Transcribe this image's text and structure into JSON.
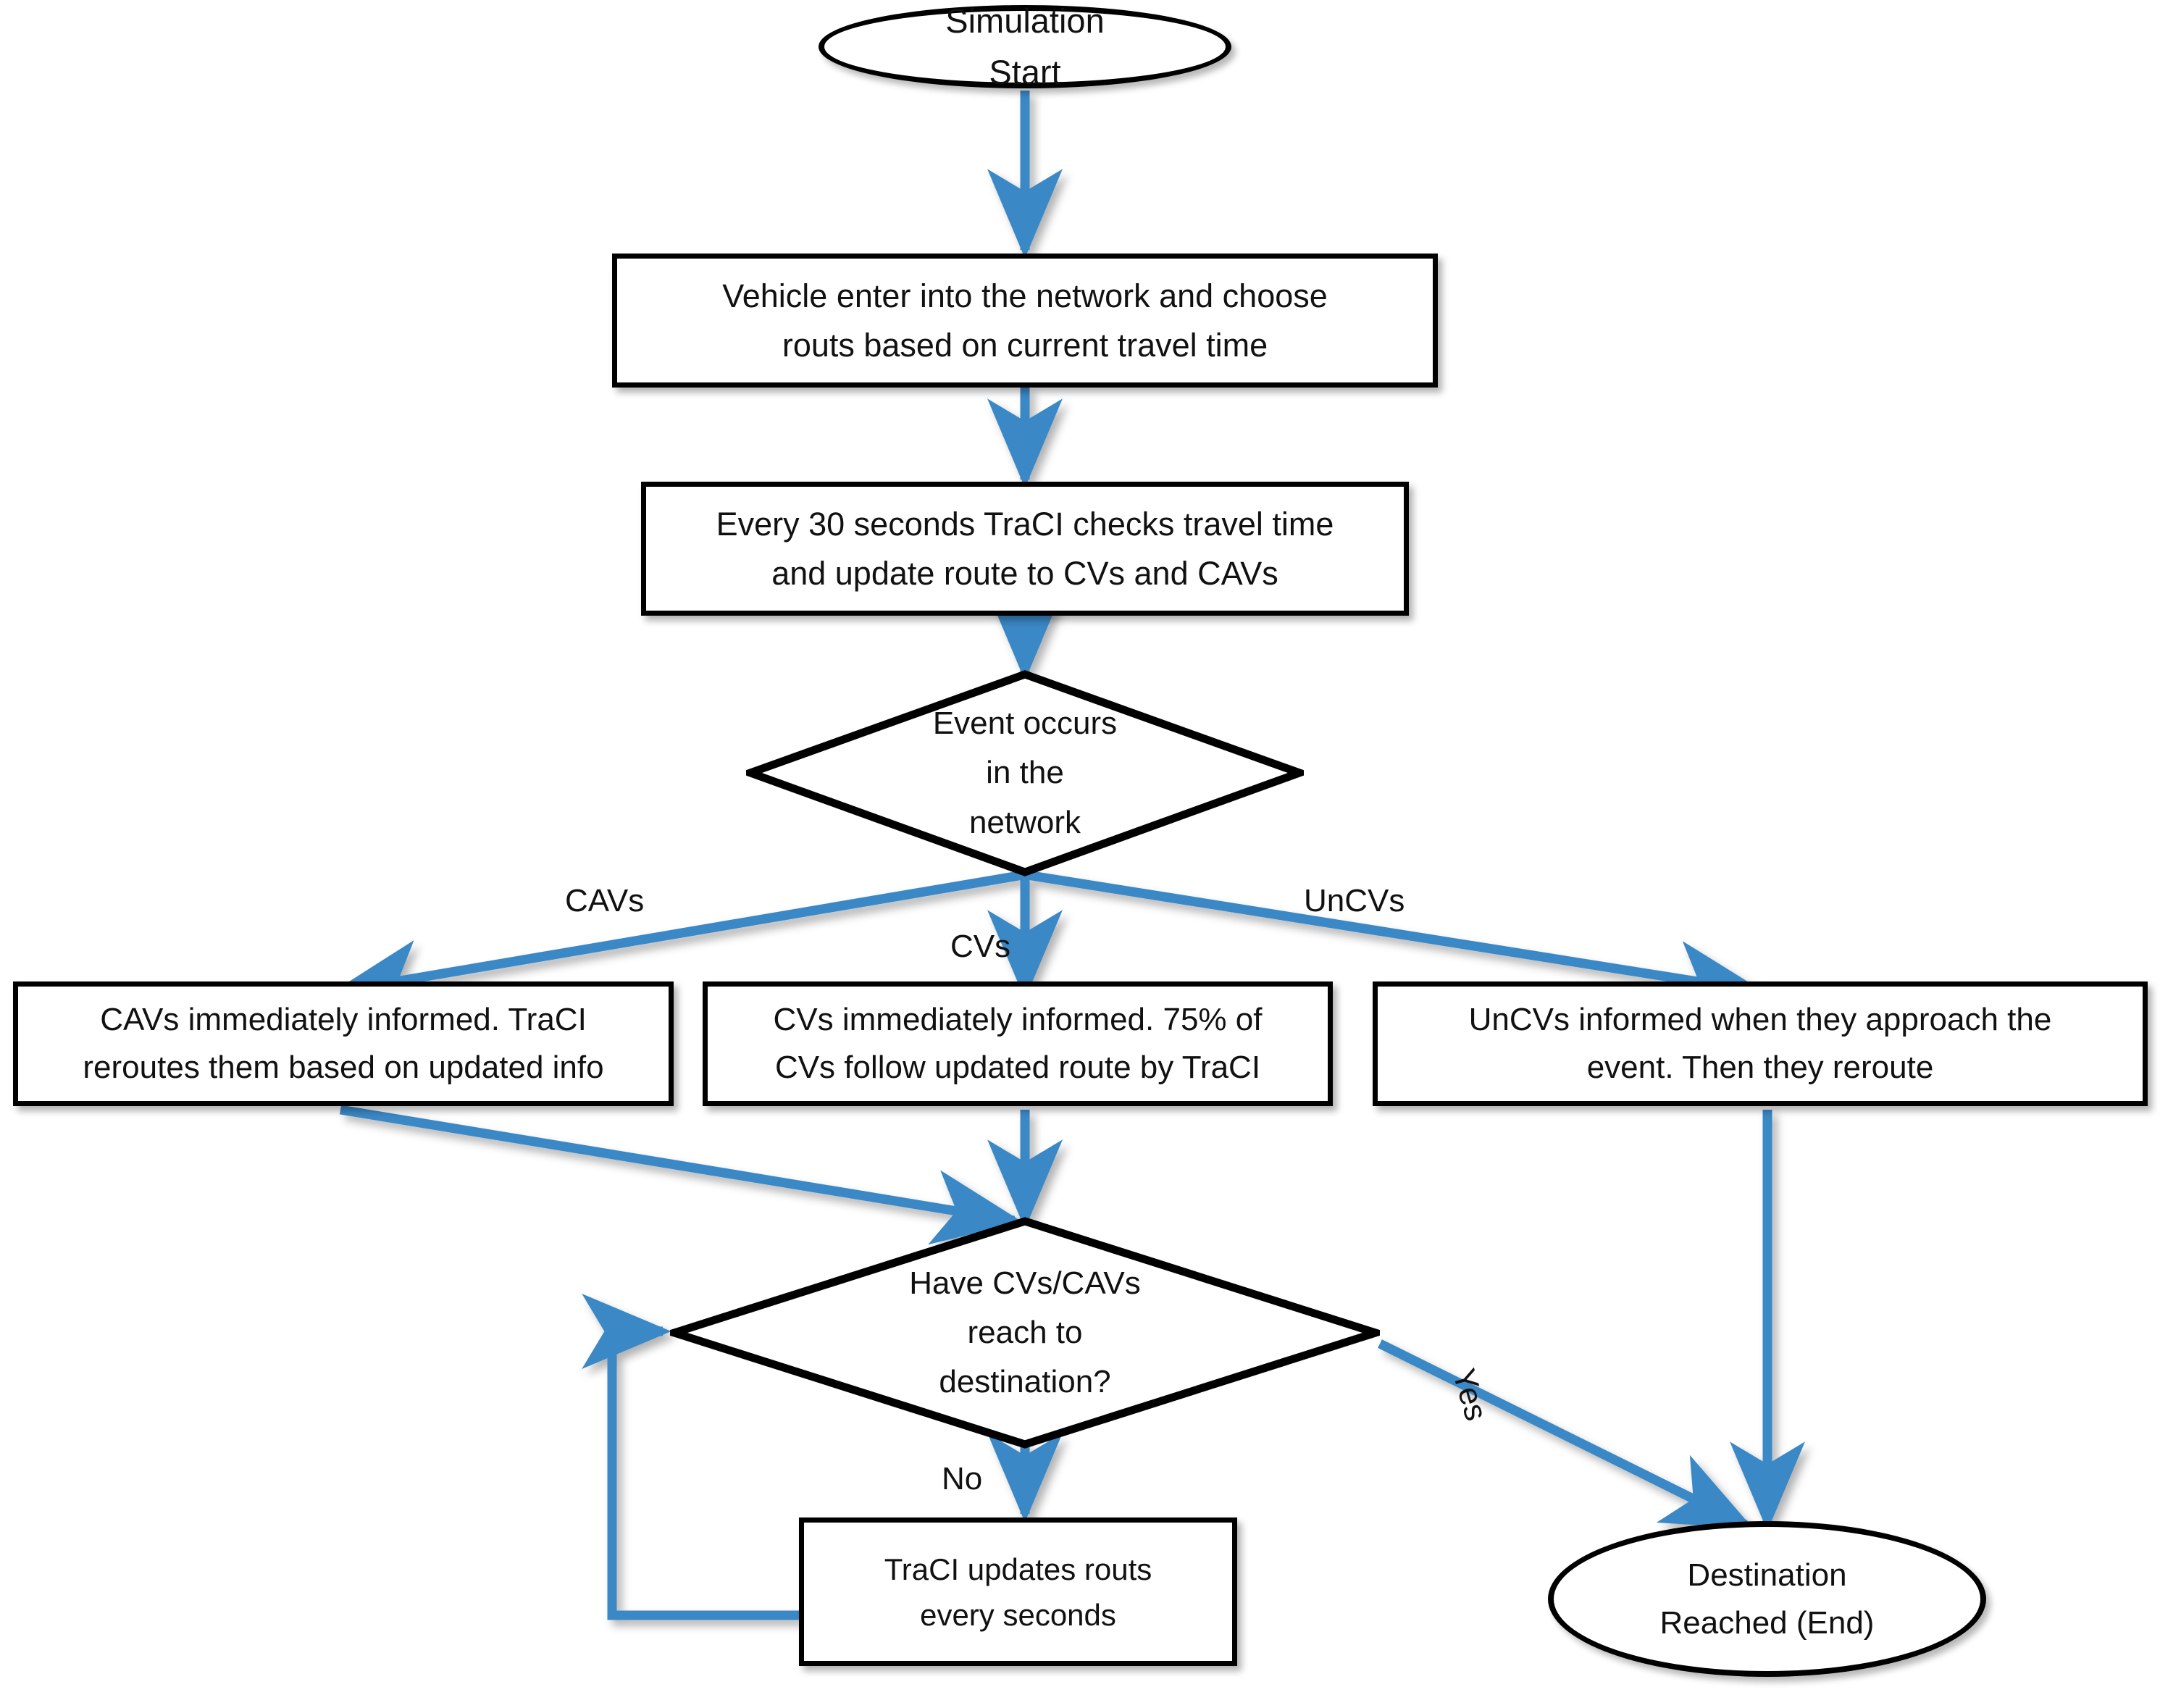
{
  "diagram": {
    "title": "Simulation flowchart for CV / CAV / UnCV rerouting with TraCI",
    "accent_color": "#3A88C6",
    "line_color": "#000000",
    "background": "#ffffff",
    "nodes": {
      "start": {
        "shape": "ellipse",
        "text": "Simulation\nStart"
      },
      "enter_network": {
        "shape": "process",
        "text": "Vehicle enter into the network and choose\nrouts based on current travel time"
      },
      "traci_check": {
        "shape": "process",
        "text": "Every 30 seconds TraCI checks travel time\nand update route to CVs and CAVs"
      },
      "event_decision": {
        "shape": "decision",
        "text": "Event occurs\nin the\nnetwork"
      },
      "cavs_box": {
        "shape": "process",
        "text": "CAVs immediately informed. TraCI\nreroutes them based on updated info"
      },
      "cvs_box": {
        "shape": "process",
        "text": "CVs immediately informed. 75% of\nCVs follow updated route by TraCI"
      },
      "uncvs_box": {
        "shape": "process",
        "text": "UnCVs informed when they approach the\nevent. Then they reroute"
      },
      "reach_decision": {
        "shape": "decision",
        "text": "Have CVs/CAVs\nreach to\ndestination?"
      },
      "traci_update": {
        "shape": "process",
        "text": "TraCI updates routs\nevery seconds"
      },
      "end": {
        "shape": "ellipse",
        "text": "Destination\nReached (End)"
      }
    },
    "edge_labels": {
      "cavs": "CAVs",
      "cvs": "CVs",
      "uncvs": "UnCVs",
      "no": "No",
      "yes": "Yes"
    }
  }
}
